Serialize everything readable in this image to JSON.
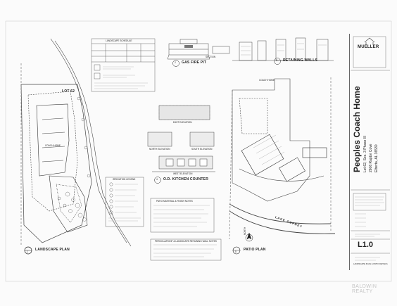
{
  "titleblock": {
    "firm": "MUELLER",
    "project": "Peoples Coach Home",
    "lot": "Lot 62, Sec. 3 Phase III",
    "address": "2606 Raptor Cove",
    "city": "Elberta, AL 36530",
    "sheet_number": "L1.0",
    "sheet_title": "LANDSCAPE PLAN & PATIO DETAILS"
  },
  "drawings": {
    "landscape_plan": "LANDSCAPE PLAN",
    "landscape_plan_num": "1",
    "gas_fire_pit": "GAS FIRE PIT",
    "gas_fire_pit_num": "2",
    "section": "SECTION",
    "retaining_walls": "RETAINING WALLS",
    "retaining_walls_num": "3",
    "kitchen_counter": "O.D. KITCHEN COUNTER",
    "kitchen_counter_num": "4",
    "patio_plan": "PATIO PLAN",
    "patio_plan_num": "5",
    "east_elevation": "EAST ELEVATION",
    "north_elevation": "NORTH ELEVATION",
    "south_elevation": "SOUTH ELEVATION",
    "west_elevation": "WEST ELEVATION",
    "lot_label": "LOT 62",
    "coach_home": "COACH HOME",
    "lake_osprey": "LAKE OSPREY",
    "north": "NORTH"
  },
  "notes": {
    "schedule_title": "LANDSCAPE SCHEDULE",
    "irrigation_legend": "IRRIGATION LEGEND",
    "patio_notes": "PATIO MATERIAL & FINISH NOTES",
    "retaining_notes": "PERGOLA/ROOF & LANDSCAPE RETAINING WALL NOTES"
  },
  "watermark": "BALDWIN REALTY"
}
